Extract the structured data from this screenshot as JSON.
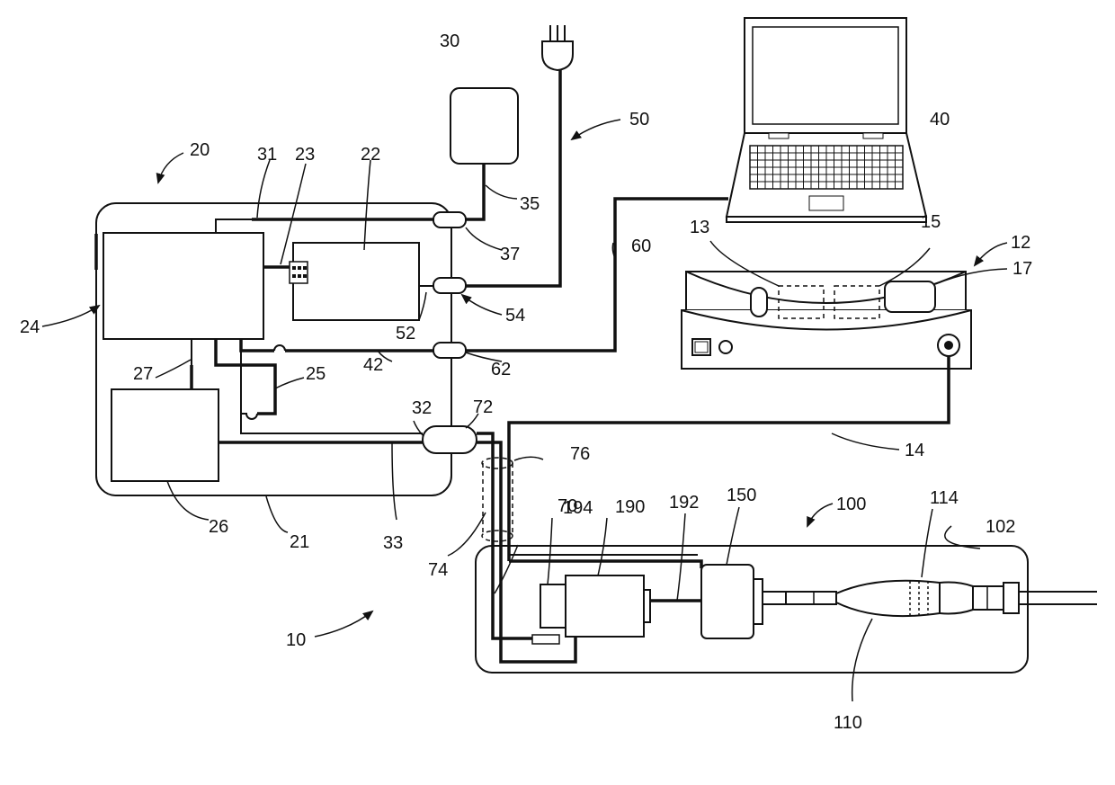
{
  "labels": {
    "l10": "10",
    "l12": "12",
    "l13": "13",
    "l14": "14",
    "l15": "15",
    "l17": "17",
    "l20": "20",
    "l21": "21",
    "l22": "22",
    "l23": "23",
    "l24": "24",
    "l25": "25",
    "l26": "26",
    "l27": "27",
    "l30": "30",
    "l31": "31",
    "l32": "32",
    "l33": "33",
    "l35": "35",
    "l37": "37",
    "l40": "40",
    "l42": "42",
    "l50": "50",
    "l52": "52",
    "l54": "54",
    "l60": "60",
    "l62": "62",
    "l70": "70",
    "l72": "72",
    "l74": "74",
    "l76": "76",
    "l100": "100",
    "l102": "102",
    "l110": "110",
    "l114": "114",
    "l150": "150",
    "l190": "190",
    "l192": "192",
    "l194": "194"
  }
}
